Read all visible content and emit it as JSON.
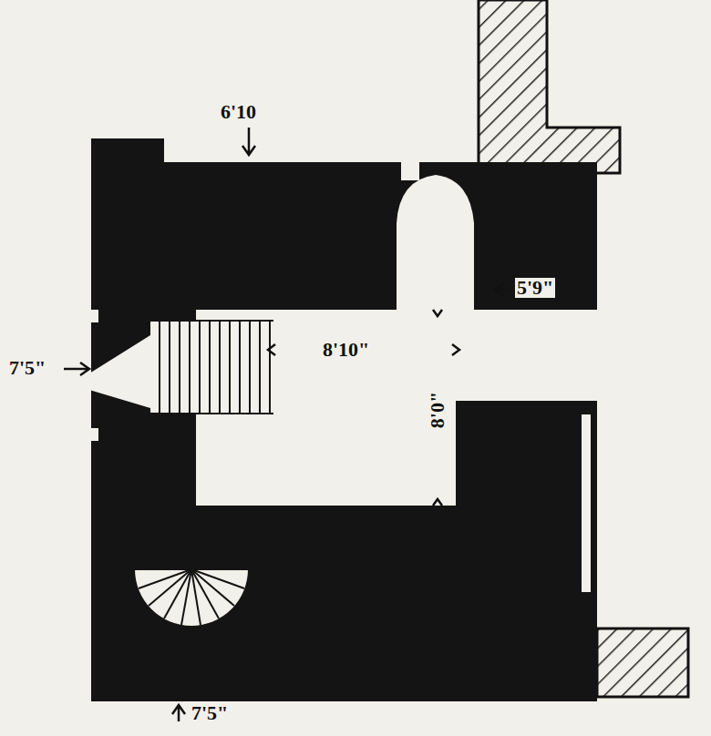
{
  "diagram": {
    "labels": [
      "6'10",
      "7'5\"",
      "5'9\"",
      "8'10\"",
      "8'0\"",
      "7'5\""
    ]
  }
}
